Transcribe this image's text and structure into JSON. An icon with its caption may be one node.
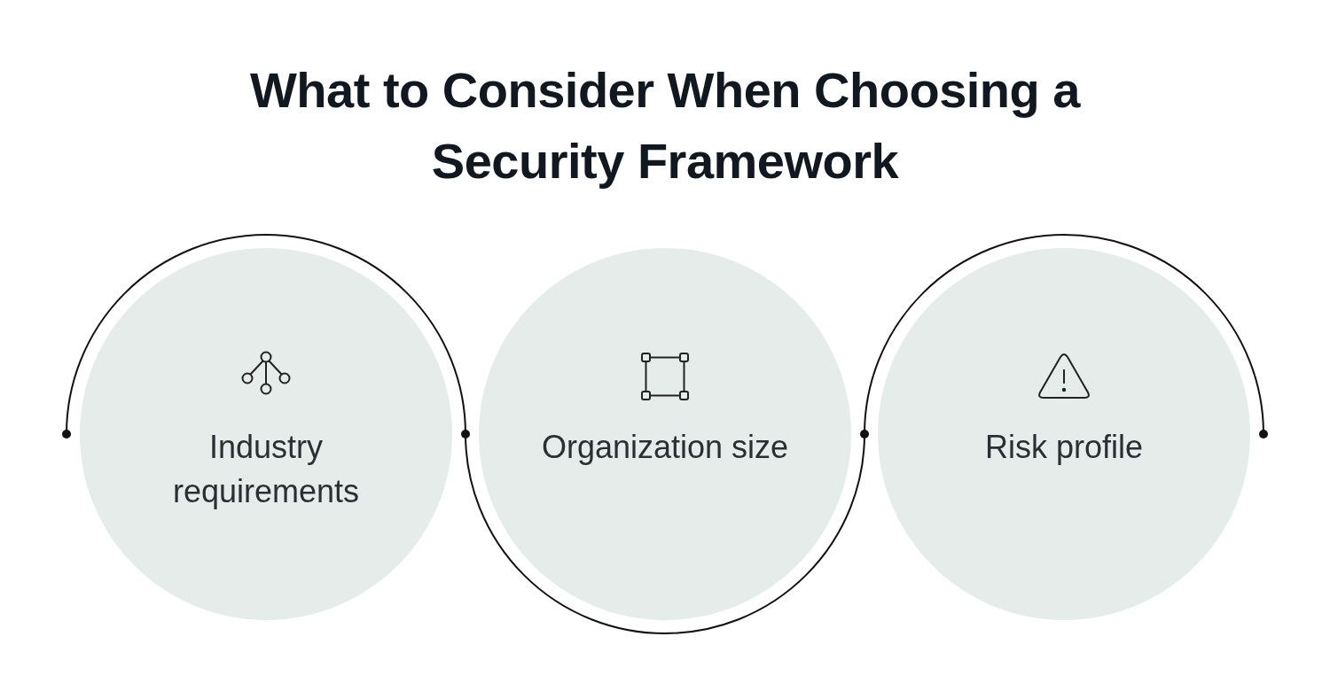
{
  "diagram": {
    "title": "What to Consider When Choosing a Security Framework",
    "nodes": [
      {
        "text": [
          "Industry requirements"
        ]
      },
      {
        "text": [
          "Organization size"
        ]
      },
      {
        "text": [
          "Risk profile"
        ]
      }
    ]
  }
}
